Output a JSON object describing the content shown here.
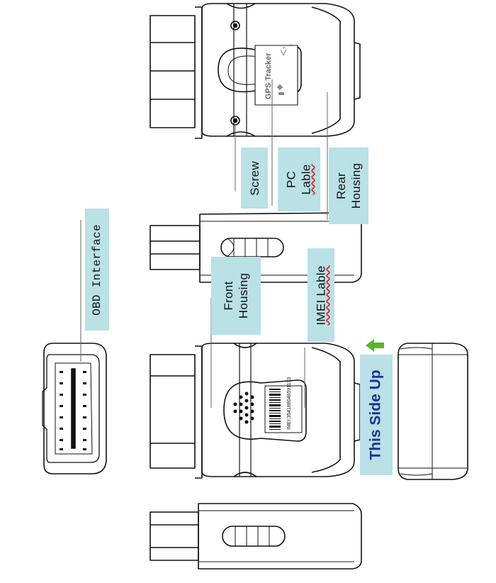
{
  "labels": {
    "obd": "OBD Interface",
    "front_line1": "Front",
    "front_line2": "Housing",
    "imei": "IMEI Lable",
    "screw": "Screw",
    "pc_line1": "PC",
    "pc_line2": "Lable",
    "rear_line1": "Rear",
    "rear_line2": "Housing",
    "side_up": "This Side Up"
  },
  "device": {
    "brand_text": "GPS Tracker",
    "imei_number": "IMEI:354188046591173"
  },
  "colors": {
    "label_bg": "#b9e1e6",
    "side_up_text": "#1e2f94",
    "arrow": "#58b528",
    "line": "#111111"
  }
}
